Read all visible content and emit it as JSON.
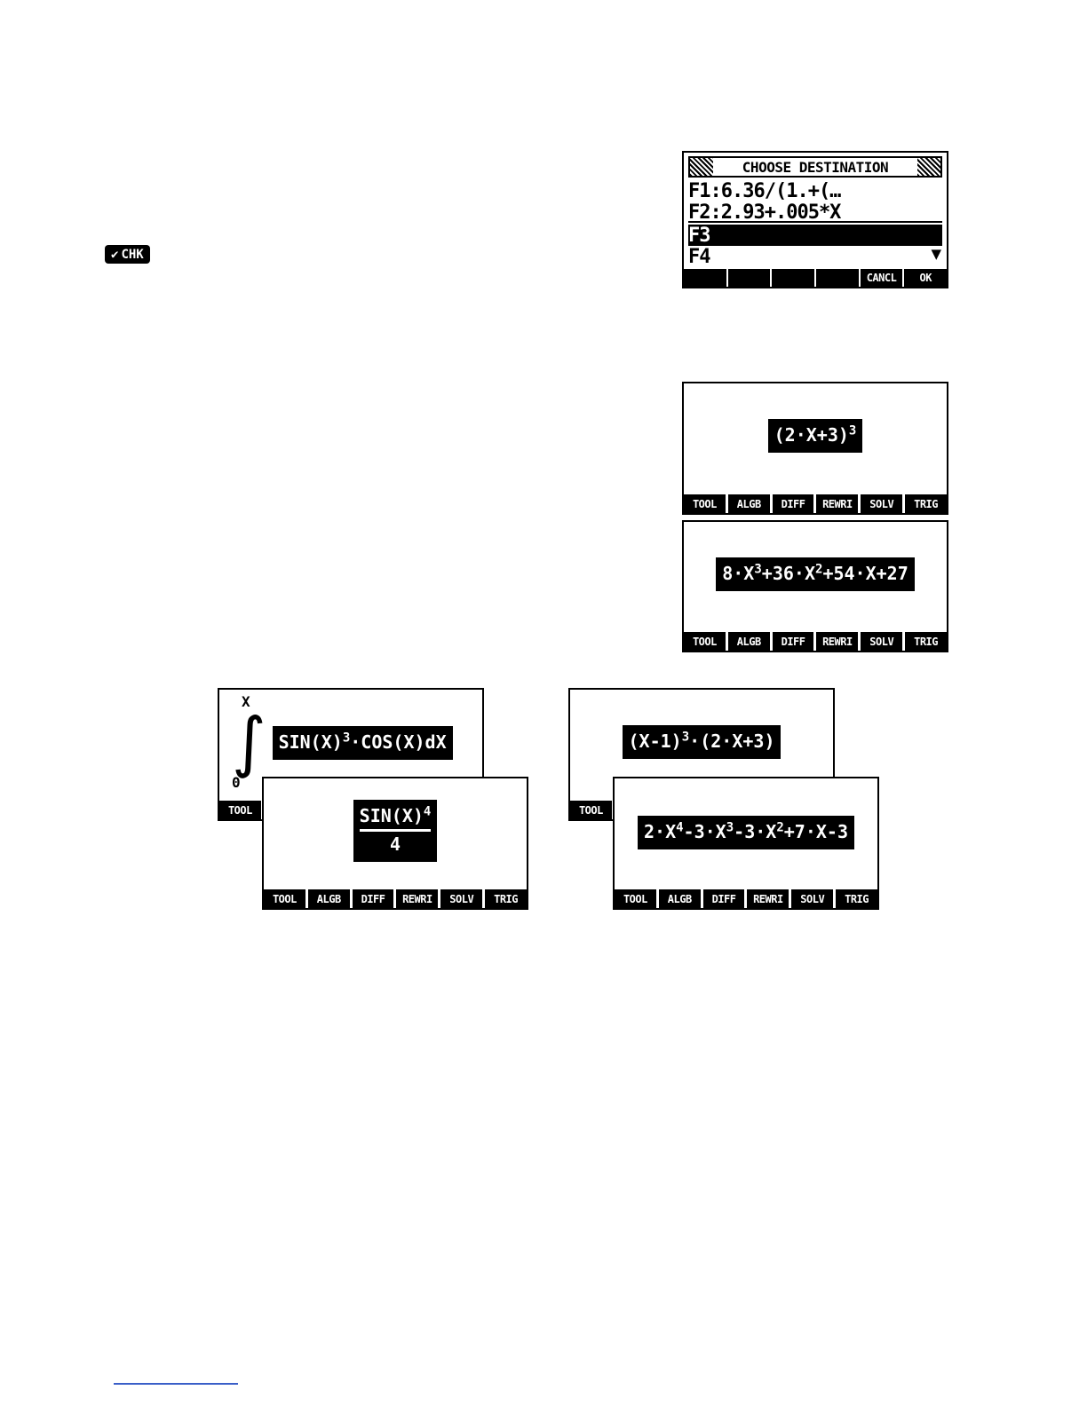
{
  "badge": {
    "check": "✔",
    "label": "CHK"
  },
  "softmenu": [
    "TOOL",
    "ALGB",
    "DIFF",
    "REWRI",
    "SOLV",
    "TRIG"
  ],
  "choose": {
    "title": "CHOOSE DESTINATION",
    "items": [
      {
        "label": "F1:6.36/(1.+(…"
      },
      {
        "label": "F2:2.93+.005*X"
      },
      {
        "label": "F3"
      },
      {
        "label": "F4"
      }
    ],
    "scroll_down": "▼",
    "softkeys": {
      "cancel": "CANCL",
      "ok": "OK"
    }
  },
  "screens": {
    "power": {
      "base": "(2·X+3)",
      "exp": "3"
    },
    "expanded": {
      "t1": "8·X",
      "e1": "3",
      "t2": "+36·X",
      "e2": "2",
      "t3": "+54·X+27"
    },
    "integral": {
      "upper": "X",
      "sign": "∫",
      "lower": "0",
      "base": "SIN(X)",
      "exp": "3",
      "rest": "·COS(X)dX"
    },
    "antiderivative": {
      "num_base": "SIN(X)",
      "num_exp": "4",
      "den": "4"
    },
    "factored": {
      "t1": "(X-1)",
      "e1": "3",
      "t2": "·(2·X+3)"
    },
    "poly": {
      "t1": "2·X",
      "e1": "4",
      "t2": "-3·X",
      "e2": "3",
      "t3": "-3·X",
      "e3": "2",
      "t4": "+7·X-3"
    }
  }
}
